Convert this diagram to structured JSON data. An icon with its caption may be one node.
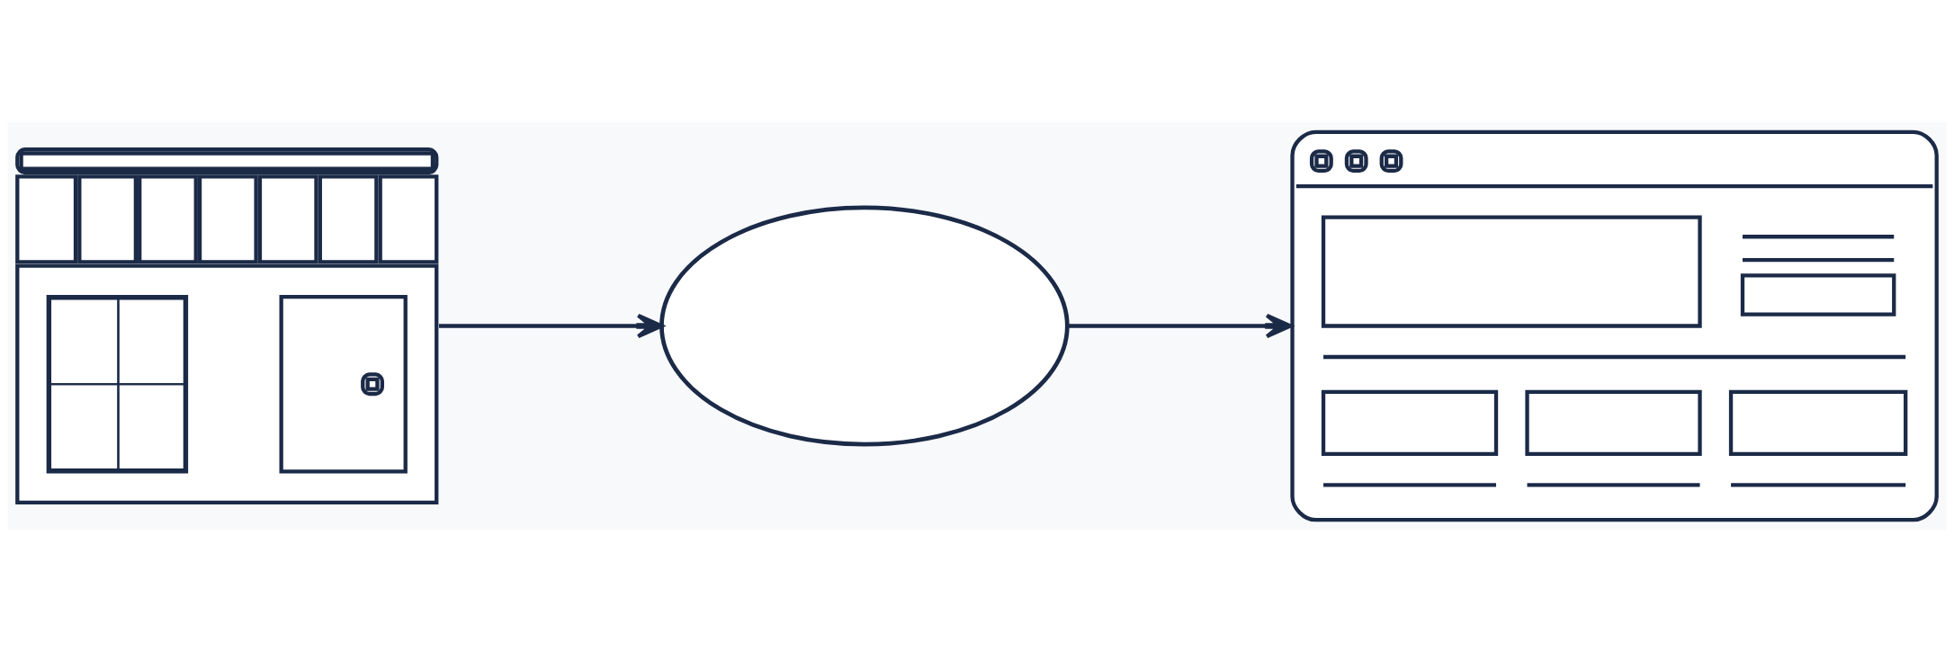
{
  "diagram": {
    "nodes": [
      {
        "text": [],
        "shape": "picture"
      },
      {
        "text": [],
        "shape": "cloud"
      },
      {
        "text": [],
        "shape": "picture"
      }
    ],
    "edges": [
      {
        "from": 0,
        "to": 1,
        "arrow": "to"
      },
      {
        "from": 1,
        "to": 2,
        "arrow": "to"
      }
    ]
  }
}
